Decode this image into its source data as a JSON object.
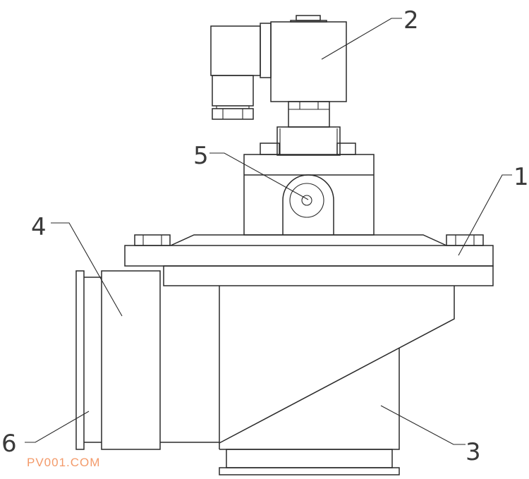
{
  "diagram": {
    "labels": {
      "flange": "1",
      "solenoid": "2",
      "valve_body": "3",
      "side_valve": "4",
      "pilot_screw": "5",
      "side_flange": "6"
    },
    "watermark": "PV001.COM",
    "colors": {
      "line": "#2a2a2a",
      "watermark": "#f39a6a"
    }
  }
}
